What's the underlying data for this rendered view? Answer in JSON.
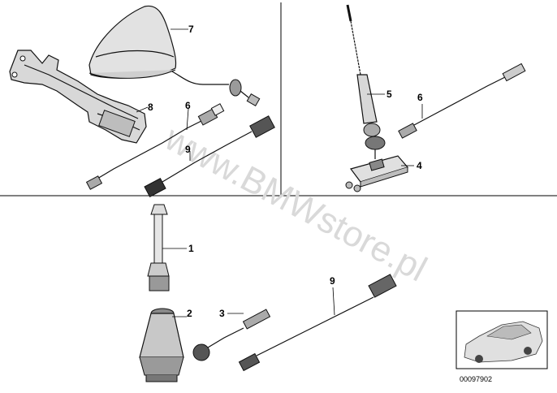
{
  "watermark": "www.BMWstore.pl",
  "callouts": {
    "antenna_roof_fin": "7",
    "antenna_bracket": "8",
    "cable_top_left": "6",
    "cable_adapter_top_left": "9",
    "rod_antenna": "5",
    "cable_top_right": "6",
    "amplifier_base": "4",
    "short_rod": "1",
    "antenna_foot": "2",
    "adapter_plug": "3",
    "cable_adapter_bottom": "9"
  },
  "reference_code": "00097902",
  "icons": {
    "thumbnail": "car-thumbnail-icon"
  }
}
